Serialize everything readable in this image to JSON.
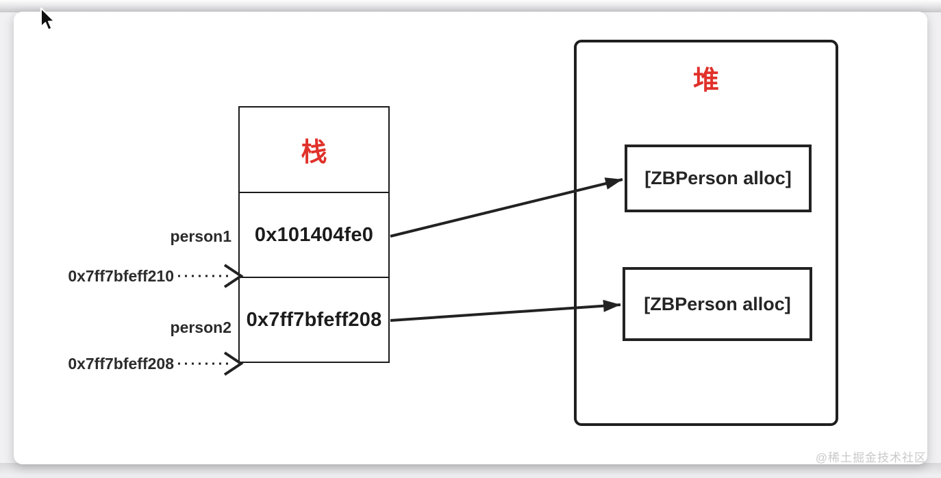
{
  "diagram": {
    "stack": {
      "title": "栈",
      "cells": [
        {
          "label": "person1",
          "value": "0x101404fe0",
          "address": "0x7ff7bfeff210"
        },
        {
          "label": "person2",
          "value": "0x7ff7bfeff208",
          "address": "0x7ff7bfeff208"
        }
      ]
    },
    "heap": {
      "title": "堆",
      "objects": [
        {
          "text": "[ZBPerson alloc]"
        },
        {
          "text": "[ZBPerson alloc]"
        }
      ]
    }
  },
  "watermark": {
    "text": "@稀土掘金技术社区"
  },
  "icons": {
    "cursor": "mouse-pointer-icon"
  },
  "colors": {
    "accent_red": "#e0312a",
    "line_black": "#222222",
    "label_text": "#2b2b2b",
    "watermark_gray": "#c9c9c9"
  }
}
